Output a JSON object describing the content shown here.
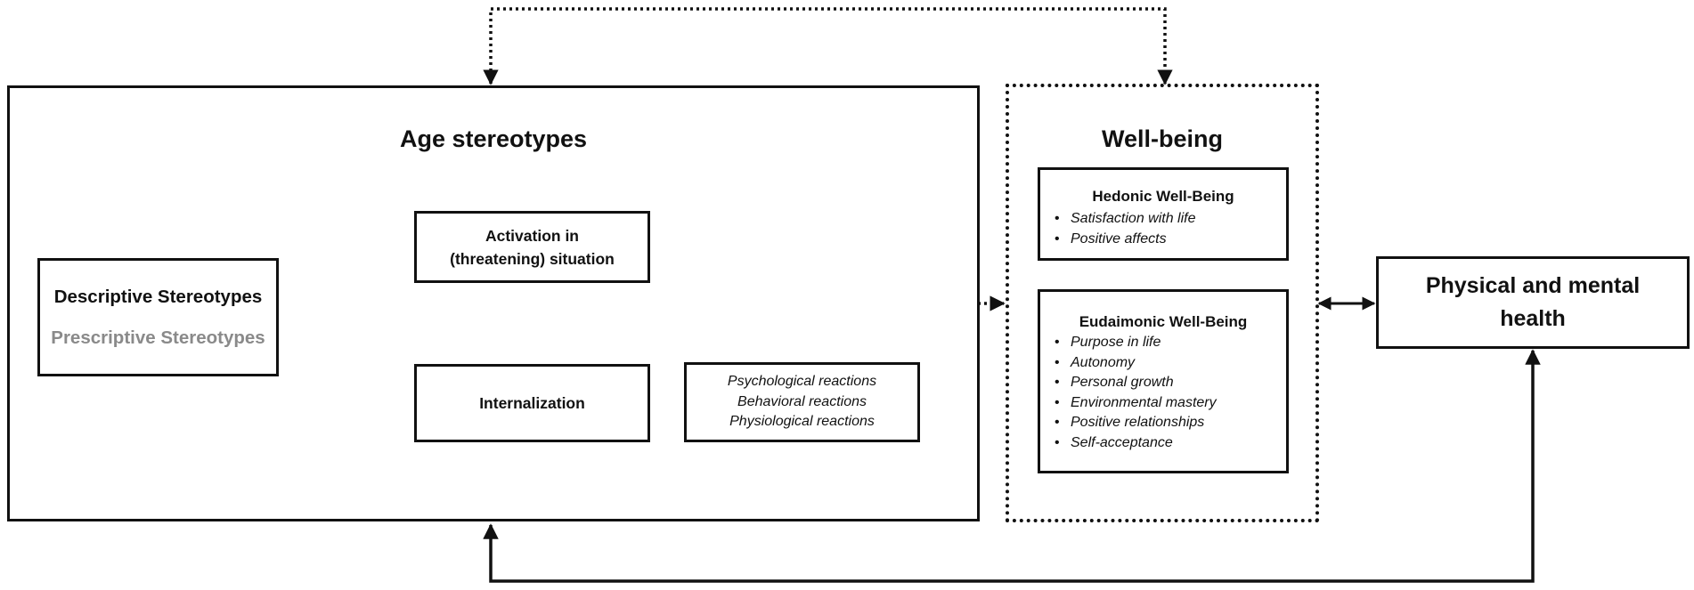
{
  "age_stereotypes": {
    "title": "Age stereotypes",
    "descriptive": "Descriptive Stereotypes",
    "prescriptive": "Prescriptive Stereotypes",
    "activation": [
      "Activation in",
      "(threatening) situation"
    ],
    "internalization": "Internalization",
    "reactions": [
      "Psychological reactions",
      "Behavioral reactions",
      "Physiological reactions"
    ]
  },
  "well_being": {
    "title": "Well-being",
    "hedonic": {
      "title": "Hedonic Well-Being",
      "items": [
        "Satisfaction with life",
        "Positive affects"
      ]
    },
    "eudaimonic": {
      "title": "Eudaimonic Well-Being",
      "items": [
        "Purpose in life",
        "Autonomy",
        "Personal growth",
        "Environmental mastery",
        "Positive relationships",
        "Self-acceptance"
      ]
    }
  },
  "health": {
    "label": [
      "Physical and mental",
      "health"
    ]
  },
  "colors": {
    "line": "#111111",
    "prescriptive_text": "#8a8a8a"
  }
}
